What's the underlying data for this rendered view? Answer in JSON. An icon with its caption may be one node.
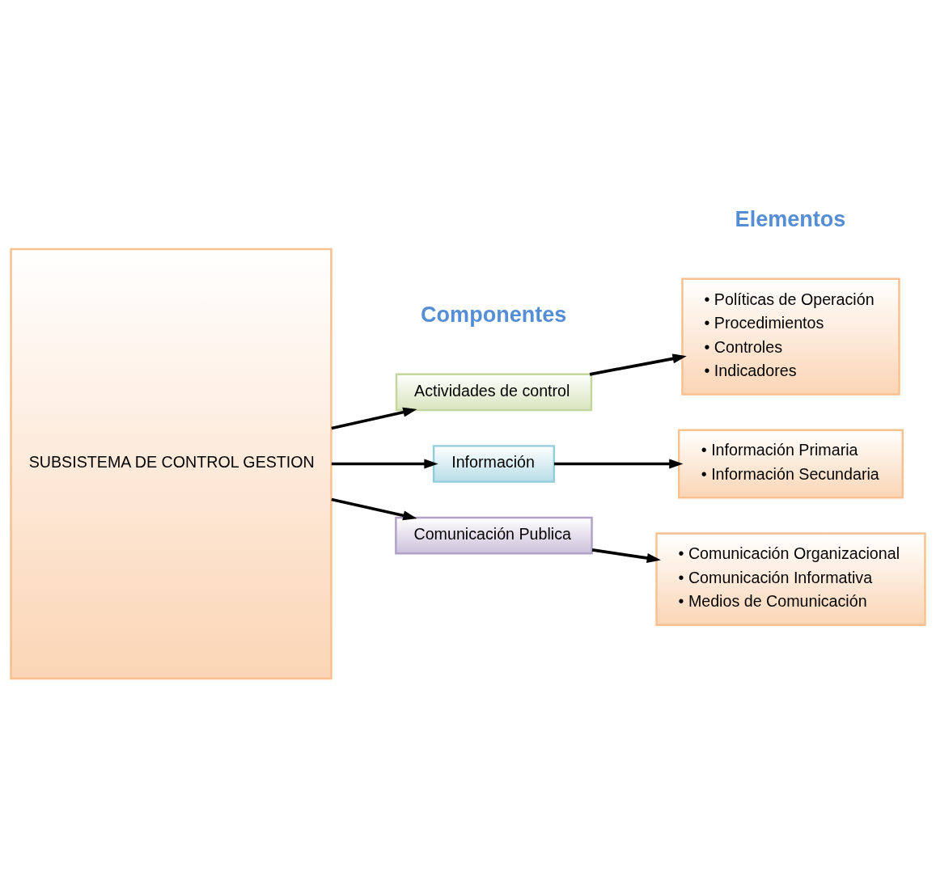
{
  "diagram": {
    "nodes": [
      {
        "text": [
          "SUBSISTEMA DE CONTROL GESTION"
        ]
      },
      {
        "text": [
          "Actividades de control"
        ]
      },
      {
        "text": [
          "Información"
        ]
      },
      {
        "text": [
          "Comunicación Publica"
        ]
      },
      {
        "text": [
          "• Políticas de Operación",
          "• Procedimientos",
          "• Controles",
          "• Indicadores"
        ]
      },
      {
        "text": [
          "• Información Primaria",
          "• Información Secundaria"
        ]
      },
      {
        "text": [
          "• Comunicación Organizacional",
          "• Comunicación Informativa",
          "• Medios de Comunicación"
        ]
      }
    ],
    "edges": [
      {
        "from": 0,
        "to": 1,
        "arrow": "to"
      },
      {
        "from": 0,
        "to": 2,
        "arrow": "to"
      },
      {
        "from": 0,
        "to": 3,
        "arrow": "to"
      },
      {
        "from": 1,
        "to": 4,
        "arrow": "to"
      },
      {
        "from": 2,
        "to": 5,
        "arrow": "to"
      },
      {
        "from": 3,
        "to": 6,
        "arrow": "to"
      }
    ],
    "labels": [
      "Componentes",
      "Elementos"
    ]
  }
}
